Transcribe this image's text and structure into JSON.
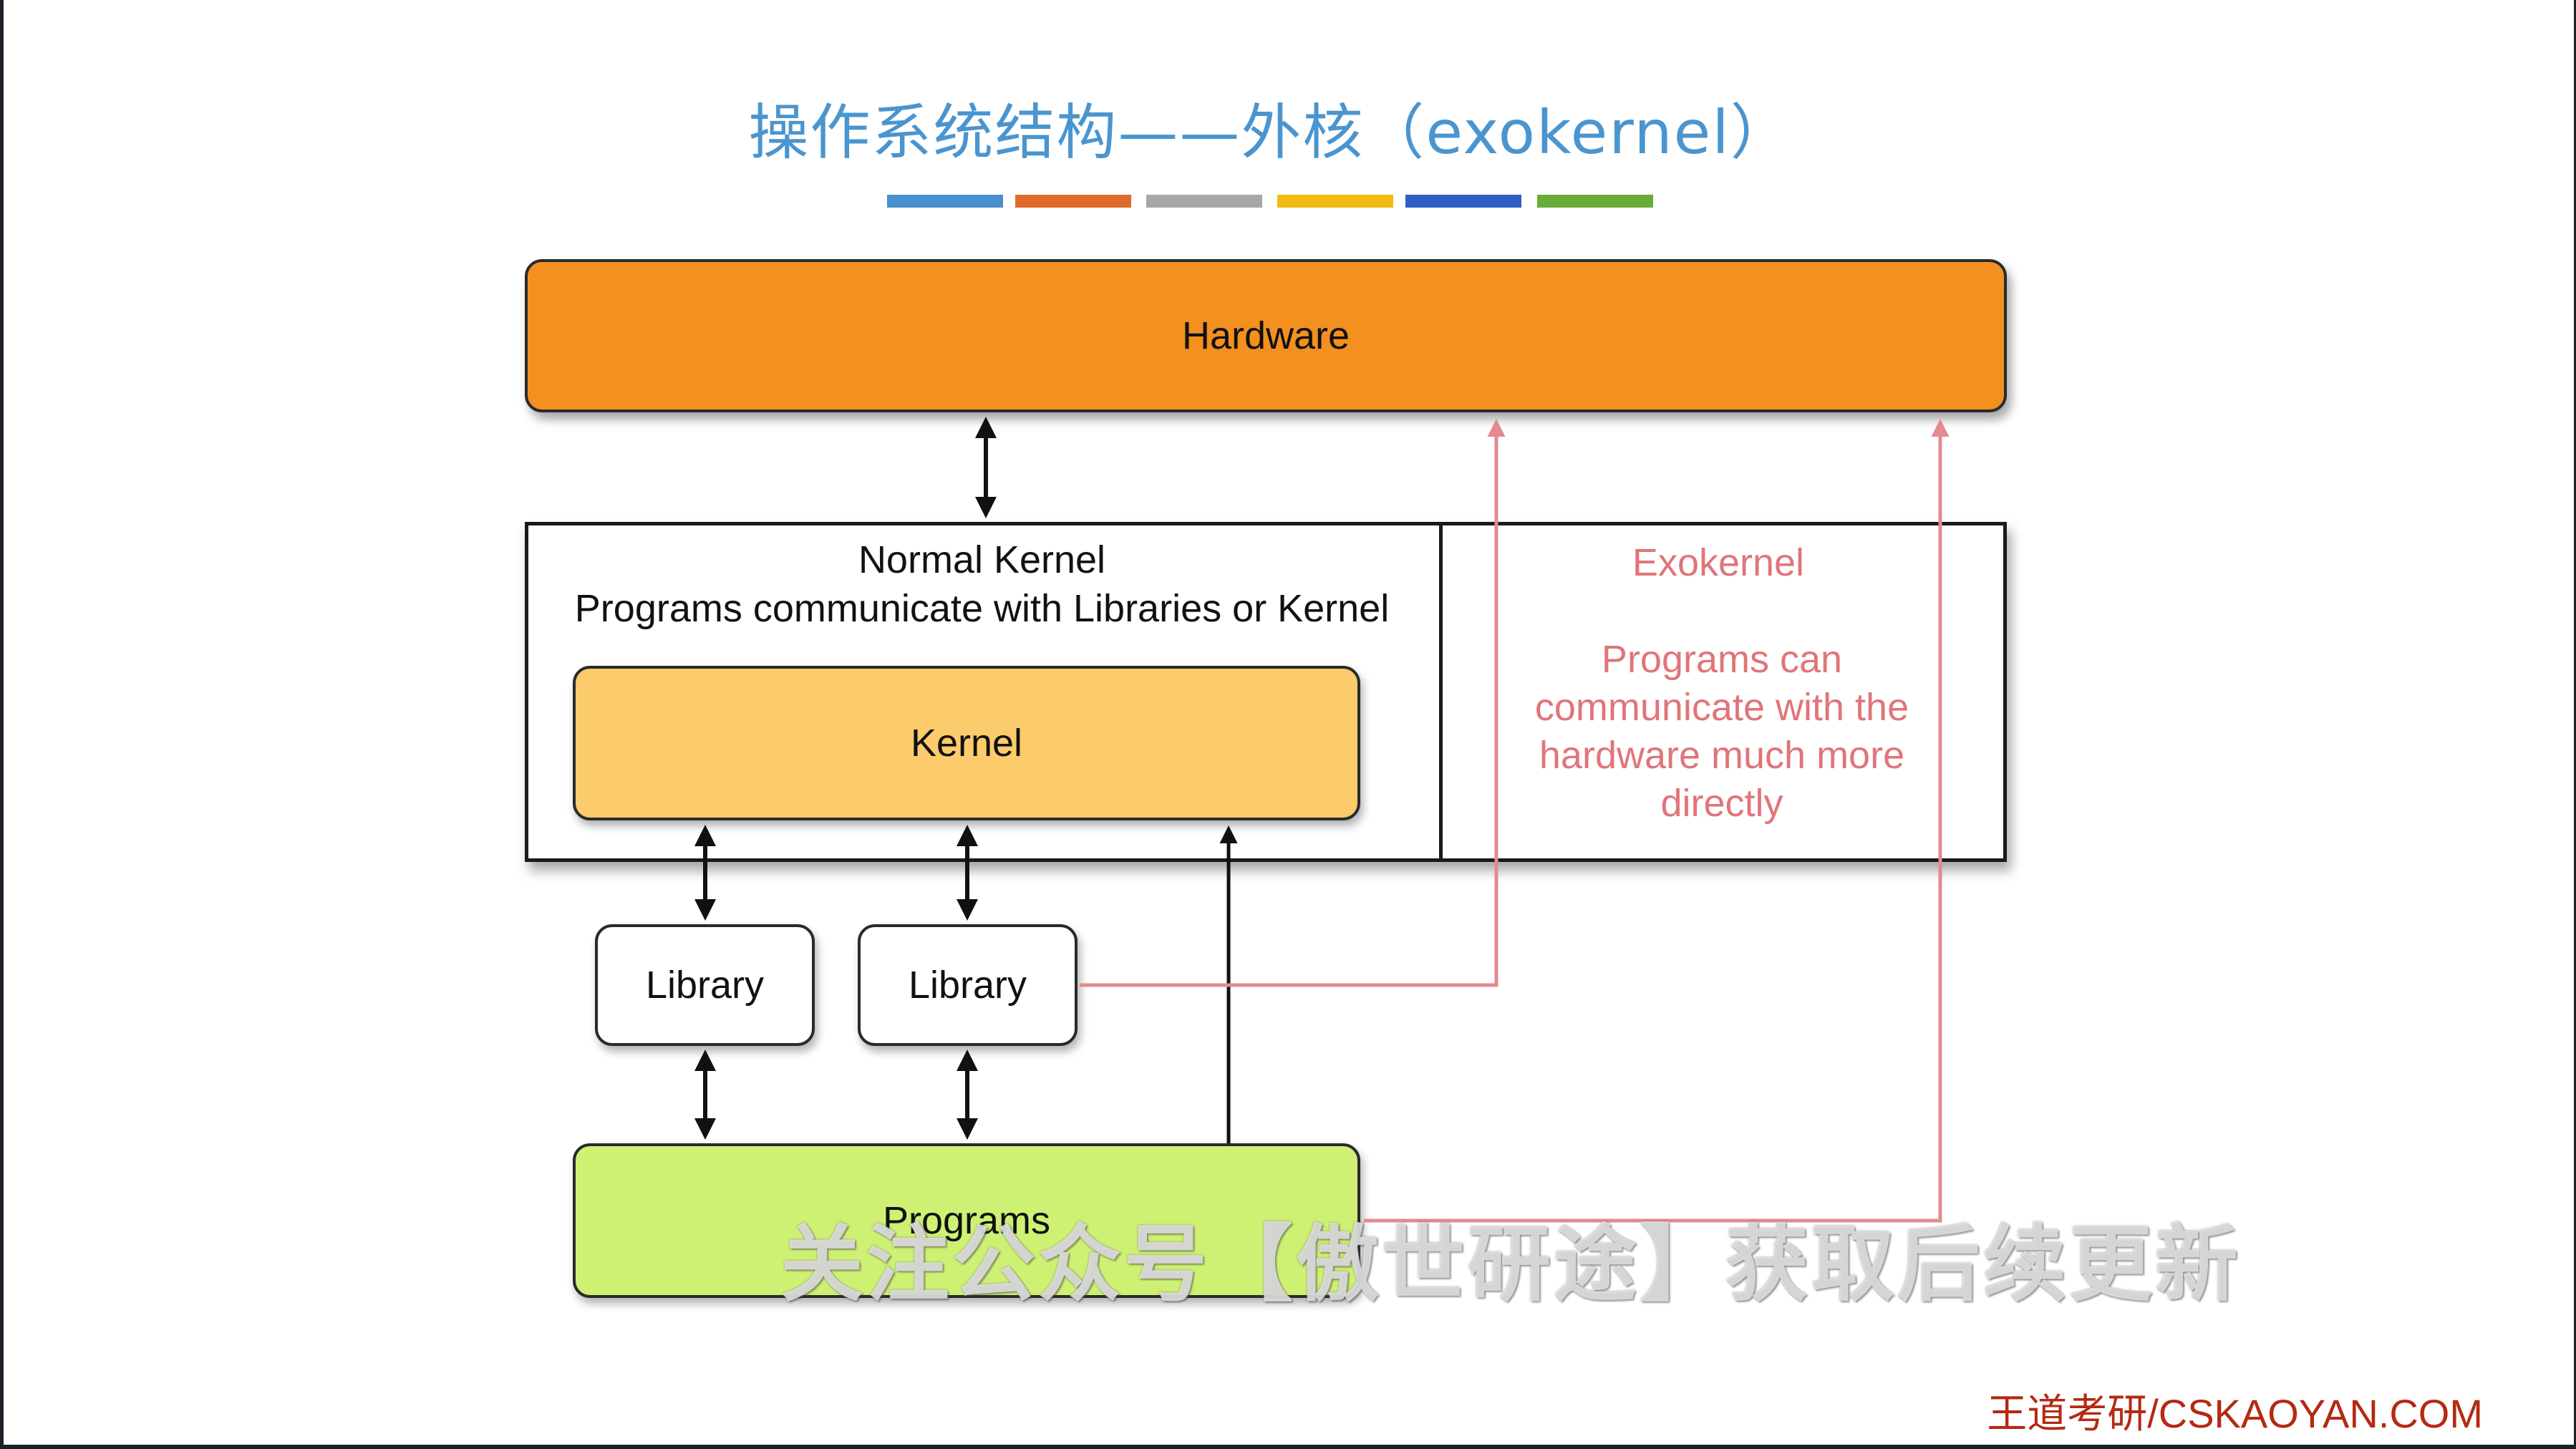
{
  "slide": {
    "title": "操作系统结构——外核（exokernel）",
    "title_color": "#4a95cf",
    "color_bar": [
      "#4a8fd0",
      "#e06c2b",
      "#a7a7a7",
      "#f2bb10",
      "#2f5ec4",
      "#6aac3a"
    ]
  },
  "diagram": {
    "hardware_label": "Hardware",
    "normal_kernel_title": "Normal Kernel",
    "normal_kernel_subtitle": "Programs communicate with Libraries or Kernel",
    "kernel_label": "Kernel",
    "library_1_label": "Library",
    "library_2_label": "Library",
    "programs_label": "Programs",
    "exokernel_title": "Exokernel",
    "exokernel_description_line1": "Programs can",
    "exokernel_description_line2": "communicate with the",
    "exokernel_description_line3": "hardware much more",
    "exokernel_description_line4": "directly",
    "colors": {
      "hardware": "#f39020",
      "kernel": "#fccb6b",
      "programs": "#cef174",
      "exokernel_text": "#e0757a",
      "exokernel_arrow": "#e58a8e"
    }
  },
  "overlay": {
    "watermark": "关注公众号【傲世研途】获取后续更新",
    "brand": "王道考研/CSKAOYAN.COM"
  }
}
